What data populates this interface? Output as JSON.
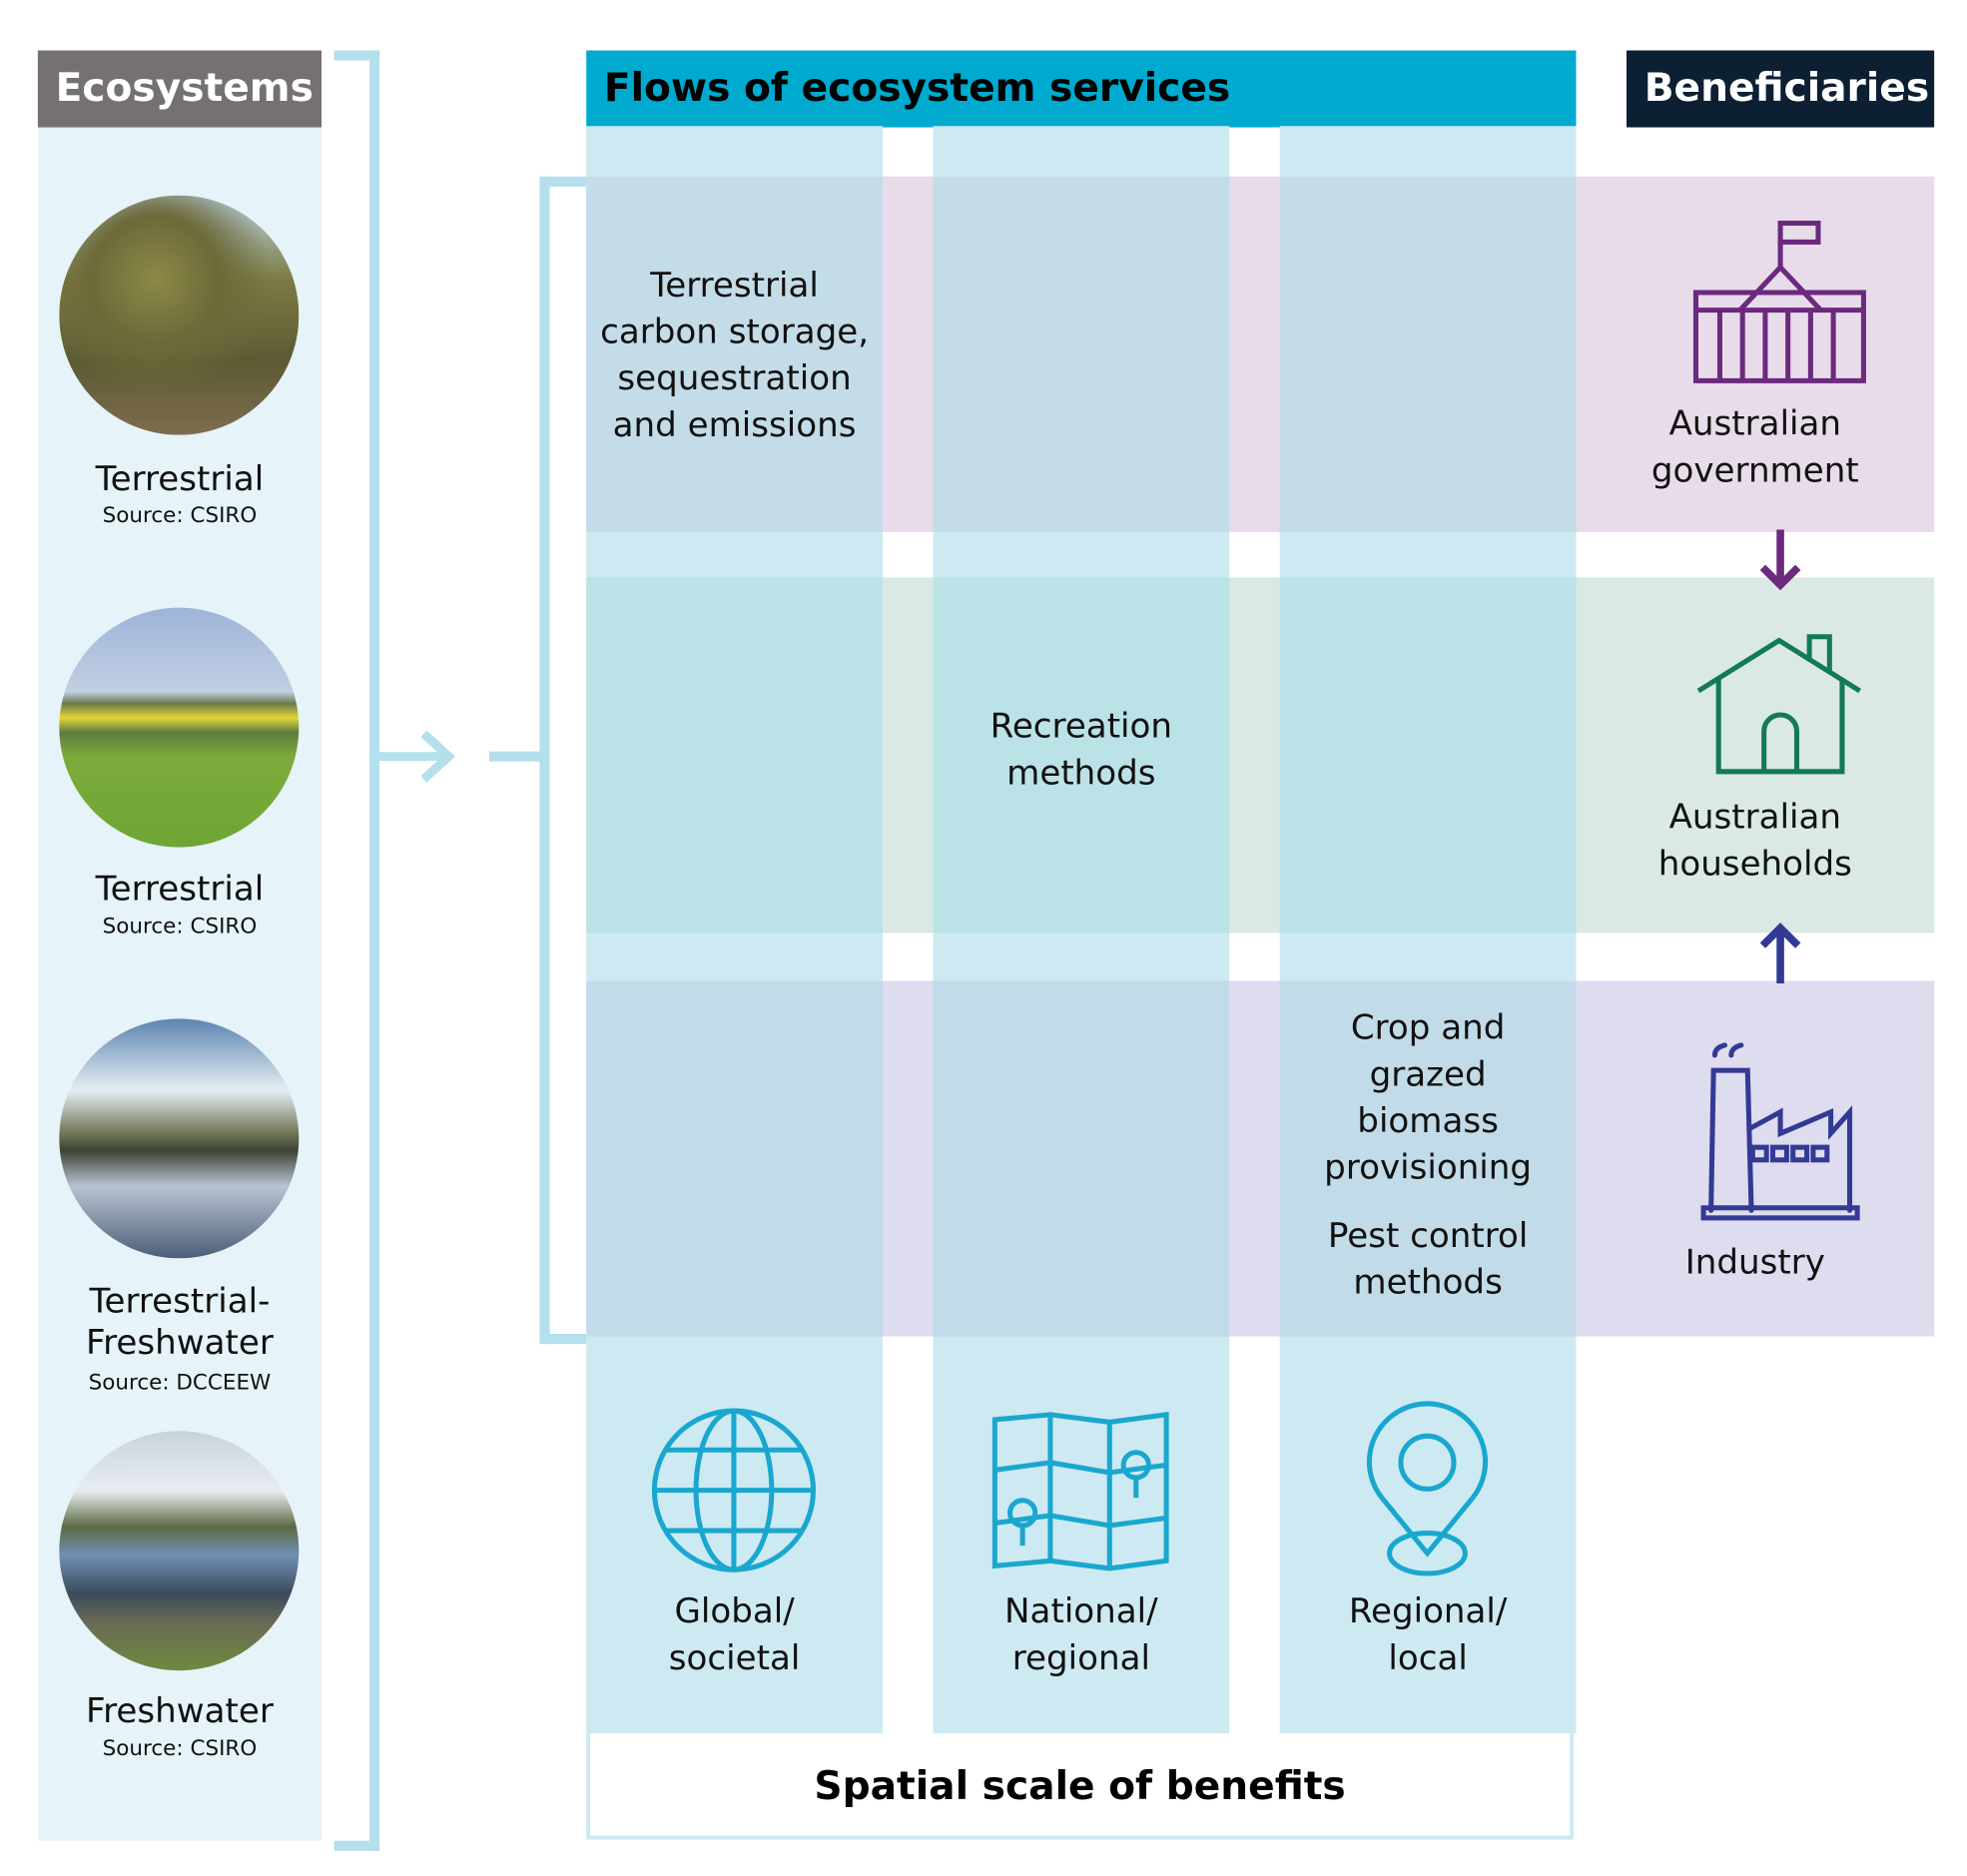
{
  "headers": {
    "ecosystems": "Ecosystems",
    "flows": "Flows of ecosystem services",
    "beneficiaries": "Beneficiaries"
  },
  "ecosystems": [
    {
      "label": "Terrestrial",
      "source": "Source: CSIRO"
    },
    {
      "label": "Terrestrial",
      "source": "Source: CSIRO"
    },
    {
      "label": "Terrestrial-\nFreshwater",
      "label_line1": "Terrestrial-",
      "label_line2": "Freshwater",
      "source": "Source: DCCEEW"
    },
    {
      "label": "Freshwater",
      "source": "Source: CSIRO"
    }
  ],
  "services": {
    "global": [
      "Terrestrial",
      "carbon storage,",
      "sequestration",
      "and emissions"
    ],
    "national": [
      "Recreation",
      "methods"
    ],
    "regional_1": [
      "Crop and",
      "grazed",
      "biomass",
      "provisioning"
    ],
    "regional_2": [
      "Pest control",
      "methods"
    ]
  },
  "beneficiaries": [
    {
      "line1": "Australian",
      "line2": "government",
      "icon": "parliament-icon",
      "color": "#6b2a7e"
    },
    {
      "line1": "Australian",
      "line2": "households",
      "icon": "house-icon",
      "color": "#127a56"
    },
    {
      "line1": "Industry",
      "icon": "factory-icon",
      "color": "#333a95"
    }
  ],
  "scales": [
    {
      "line1": "Global/",
      "line2": "societal",
      "icon": "globe-icon"
    },
    {
      "line1": "National/",
      "line2": "regional",
      "icon": "map-icon"
    },
    {
      "line1": "Regional/",
      "line2": "local",
      "icon": "location-pin-icon"
    }
  ],
  "footer": {
    "title": "Spatial scale of benefits"
  },
  "colors": {
    "flows_header": "#00aacf",
    "eco_header": "#767171",
    "ben_header": "#0c1f33",
    "scale_icon": "#1aa7cf",
    "bracket": "#b3e0ec"
  }
}
